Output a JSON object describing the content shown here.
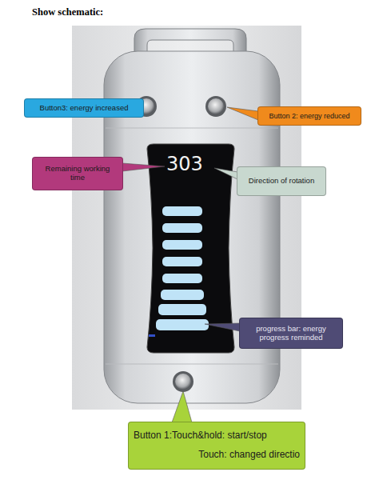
{
  "diagram": {
    "title": "Show schematic:",
    "nodes": [
      {
        "text": [
          "Button3: energy increased"
        ]
      },
      {
        "text": [
          "Button 2: energy reduced"
        ]
      },
      {
        "text": [
          "Remaining working time"
        ]
      },
      {
        "text": [
          "Direction of rotation"
        ]
      },
      {
        "text": [
          "progress bar: energy progress reminded"
        ]
      },
      {
        "text": [
          "Button 1:Touch&hold: start/stop",
          "Touch: changed directio"
        ]
      }
    ],
    "labels": [
      "303"
    ]
  }
}
